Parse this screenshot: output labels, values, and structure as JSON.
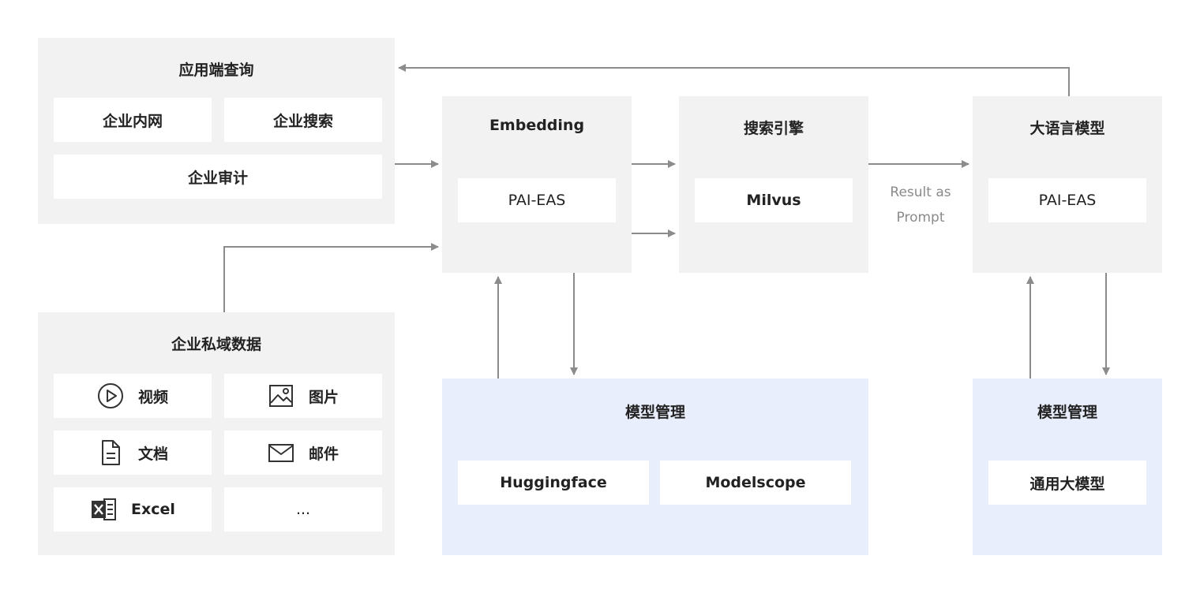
{
  "query_panel": {
    "title": "应用端查询",
    "items": [
      "企业内网",
      "企业搜索",
      "企业审计"
    ]
  },
  "data_panel": {
    "title": "企业私域数据",
    "items": [
      {
        "label": "视频",
        "icon": "play-circle-icon"
      },
      {
        "label": "图片",
        "icon": "image-icon"
      },
      {
        "label": "文档",
        "icon": "document-icon"
      },
      {
        "label": "邮件",
        "icon": "mail-icon"
      },
      {
        "label": "Excel",
        "icon": "excel-icon"
      },
      {
        "label": "..."
      }
    ]
  },
  "embedding": {
    "title": "Embedding",
    "item": "PAI-EAS"
  },
  "search_engine": {
    "title": "搜索引擎",
    "item": "Milvus"
  },
  "llm": {
    "title": "大语言模型",
    "item": "PAI-EAS"
  },
  "edge_label": {
    "line1": "Result as",
    "line2": "Prompt"
  },
  "model_mgmt_left": {
    "title": "模型管理",
    "items": [
      "Huggingface",
      "Modelscope"
    ]
  },
  "model_mgmt_right": {
    "title": "模型管理",
    "item": "通用大模型"
  },
  "colors": {
    "panel": "#f2f2f2",
    "panel_blue": "#e9eefc",
    "arrow": "#8c8c8c"
  }
}
